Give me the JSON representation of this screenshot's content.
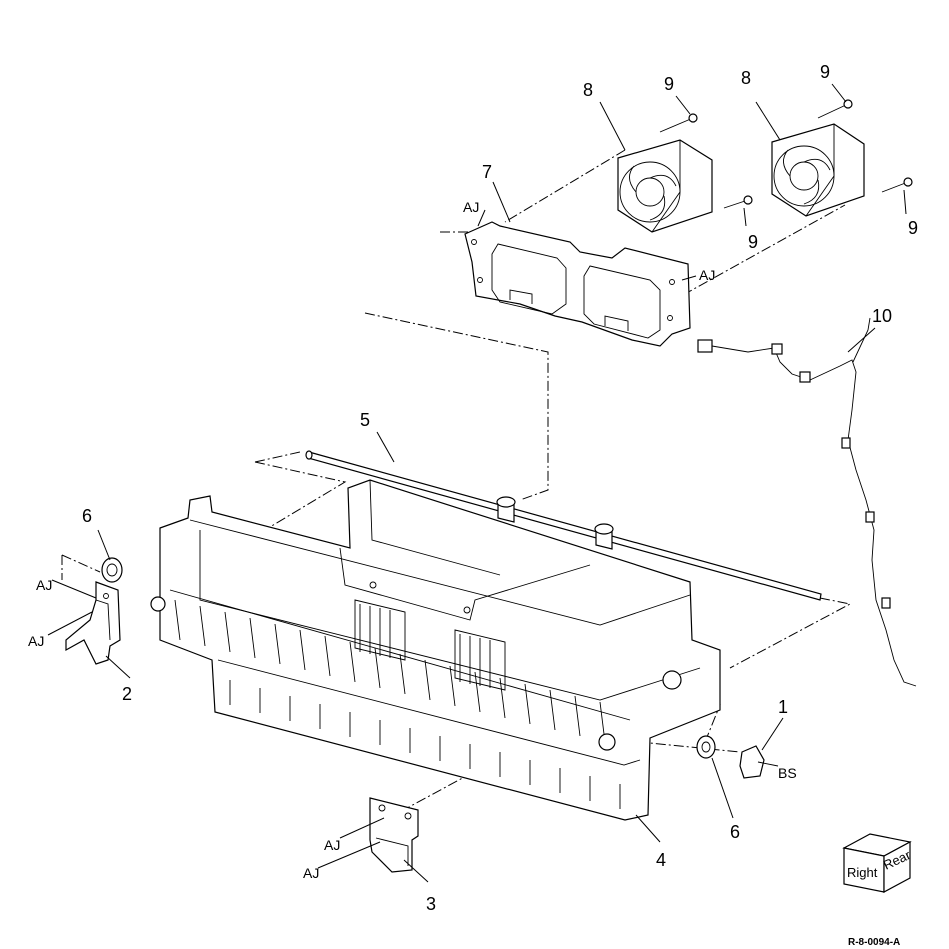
{
  "callouts": {
    "c1": "1",
    "c2": "2",
    "c3": "3",
    "c4": "4",
    "c5": "5",
    "c6a": "6",
    "c6b": "6",
    "c7": "7",
    "c8a": "8",
    "c8b": "8",
    "c9a": "9",
    "c9b": "9",
    "c9c": "9",
    "c9d": "9",
    "c10": "10"
  },
  "connectors": {
    "aj1": "AJ",
    "aj2": "AJ",
    "aj3": "AJ",
    "aj4": "AJ",
    "aj5": "AJ",
    "aj6": "AJ",
    "bs": "BS"
  },
  "orientation": {
    "right": "Right",
    "rear": "Rear"
  },
  "reference_code": "R-8-0094-A"
}
